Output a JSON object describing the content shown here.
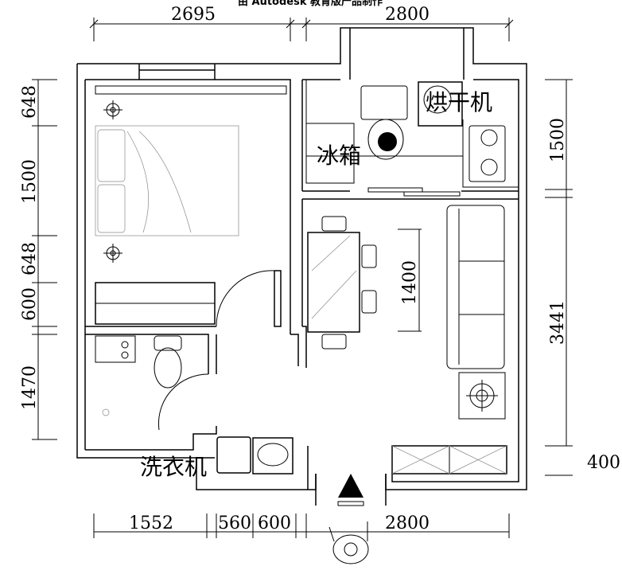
{
  "watermark": "由 Autodesk 教育版产品制作",
  "dimensions": {
    "top": [
      "2695",
      "2800"
    ],
    "left": [
      "648",
      "1500",
      "648",
      "600",
      "1470"
    ],
    "right": [
      "1500",
      "3441",
      "400"
    ],
    "bottom": [
      "1552",
      "560",
      "600",
      "2800"
    ],
    "table_length": "1400"
  },
  "labels": {
    "fridge": "冰箱",
    "dryer": "烘干机",
    "washer": "洗衣机"
  }
}
